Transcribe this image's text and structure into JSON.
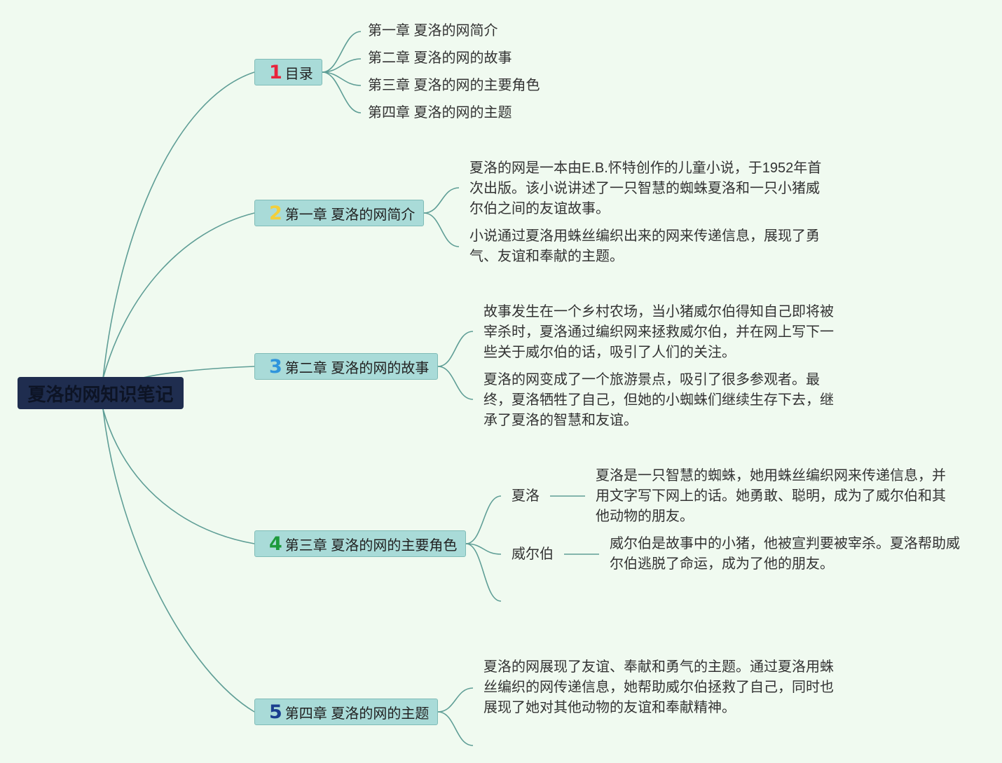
{
  "root": {
    "title": "夏洛的网知识笔记"
  },
  "branches": [
    {
      "number": "1",
      "number_color": "#e8243c",
      "label": "目录",
      "items": [
        "第一章 夏洛的网简介",
        "第二章 夏洛的网的故事",
        "第三章 夏洛的网的主要角色",
        "第四章 夏洛的网的主题"
      ]
    },
    {
      "number": "2",
      "number_color": "#f3cf3a",
      "label": "第一章 夏洛的网简介",
      "paragraphs": [
        "夏洛的网是一本由E.B.怀特创作的儿童小说，于1952年首次出版。该小说讲述了一只智慧的蜘蛛夏洛和一只小猪威尔伯之间的友谊故事。",
        "小说通过夏洛用蛛丝编织出来的网来传递信息，展现了勇气、友谊和奉献的主题。"
      ]
    },
    {
      "number": "3",
      "number_color": "#2f95dc",
      "label": "第二章 夏洛的网的故事",
      "paragraphs": [
        "故事发生在一个乡村农场，当小猪威尔伯得知自己即将被宰杀时，夏洛通过编织网来拯救威尔伯，并在网上写下一些关于威尔伯的话，吸引了人们的关注。",
        "夏洛的网变成了一个旅游景点，吸引了很多参观者。最终，夏洛牺牲了自己，但她的小蜘蛛们继续生存下去，继承了夏洛的智慧和友谊。"
      ]
    },
    {
      "number": "4",
      "number_color": "#1e9a3c",
      "label": "第三章 夏洛的网的主要角色",
      "characters": [
        {
          "name": "夏洛",
          "description": "夏洛是一只智慧的蜘蛛，她用蛛丝编织网来传递信息，并用文字写下网上的话。她勇敢、聪明，成为了威尔伯和其他动物的朋友。"
        },
        {
          "name": "威尔伯",
          "description": "威尔伯是故事中的小猪，他被宣判要被宰杀。夏洛帮助威尔伯逃脱了命运，成为了他的朋友。"
        }
      ]
    },
    {
      "number": "5",
      "number_color": "#1a3f8f",
      "label": "第四章 夏洛的网的主题",
      "paragraphs": [
        "夏洛的网展现了友谊、奉献和勇气的主题。通过夏洛用蛛丝编织的网传递信息，她帮助威尔伯拯救了自己，同时也展现了她对其他动物的友谊和奉献精神。"
      ]
    }
  ]
}
